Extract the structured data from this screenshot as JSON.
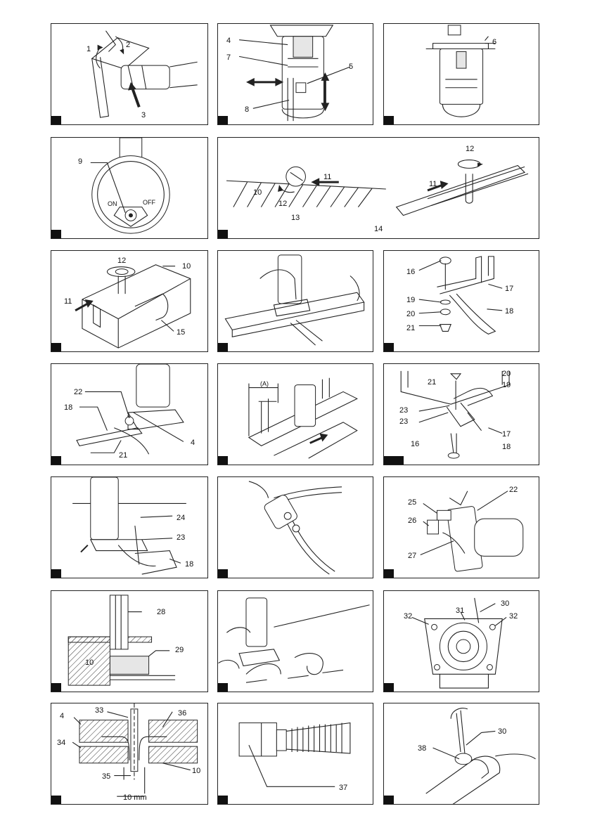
{
  "figures": [
    {
      "id": "fig1",
      "callouts": [
        "1",
        "2",
        "3"
      ]
    },
    {
      "id": "fig2",
      "callouts": [
        "4",
        "7",
        "5",
        "8"
      ]
    },
    {
      "id": "fig3",
      "callouts": [
        "6"
      ]
    },
    {
      "id": "fig4",
      "callouts": [
        "9"
      ],
      "switch_on": "ON",
      "switch_off": "OFF"
    },
    {
      "id": "fig5",
      "callouts": [
        "12",
        "11",
        "10",
        "12",
        "11",
        "13",
        "14"
      ]
    },
    {
      "id": "fig6",
      "callouts": [
        "12",
        "10",
        "11",
        "15"
      ]
    },
    {
      "id": "fig7",
      "callouts": []
    },
    {
      "id": "fig8",
      "callouts": [
        "16",
        "17",
        "19",
        "20",
        "18",
        "21"
      ]
    },
    {
      "id": "fig9",
      "callouts": [
        "22",
        "18",
        "4",
        "21"
      ]
    },
    {
      "id": "fig10",
      "callouts": [
        "(A)"
      ]
    },
    {
      "id": "fig11",
      "callouts": [
        "20",
        "21",
        "19",
        "23",
        "23",
        "17",
        "16",
        "18"
      ]
    },
    {
      "id": "fig12",
      "callouts": [
        "24",
        "23",
        "18"
      ]
    },
    {
      "id": "fig13",
      "callouts": []
    },
    {
      "id": "fig14",
      "callouts": [
        "22",
        "25",
        "26",
        "27"
      ]
    },
    {
      "id": "fig15",
      "callouts": [
        "28",
        "29",
        "10"
      ]
    },
    {
      "id": "fig16",
      "callouts": []
    },
    {
      "id": "fig17",
      "callouts": [
        "30",
        "31",
        "32",
        "32"
      ]
    },
    {
      "id": "fig18",
      "callouts": [
        "33",
        "36",
        "4",
        "34",
        "35",
        "10"
      ],
      "dimension": "10 mm"
    },
    {
      "id": "fig19",
      "callouts": [
        "37"
      ]
    },
    {
      "id": "fig20",
      "callouts": [
        "30",
        "38"
      ]
    }
  ]
}
